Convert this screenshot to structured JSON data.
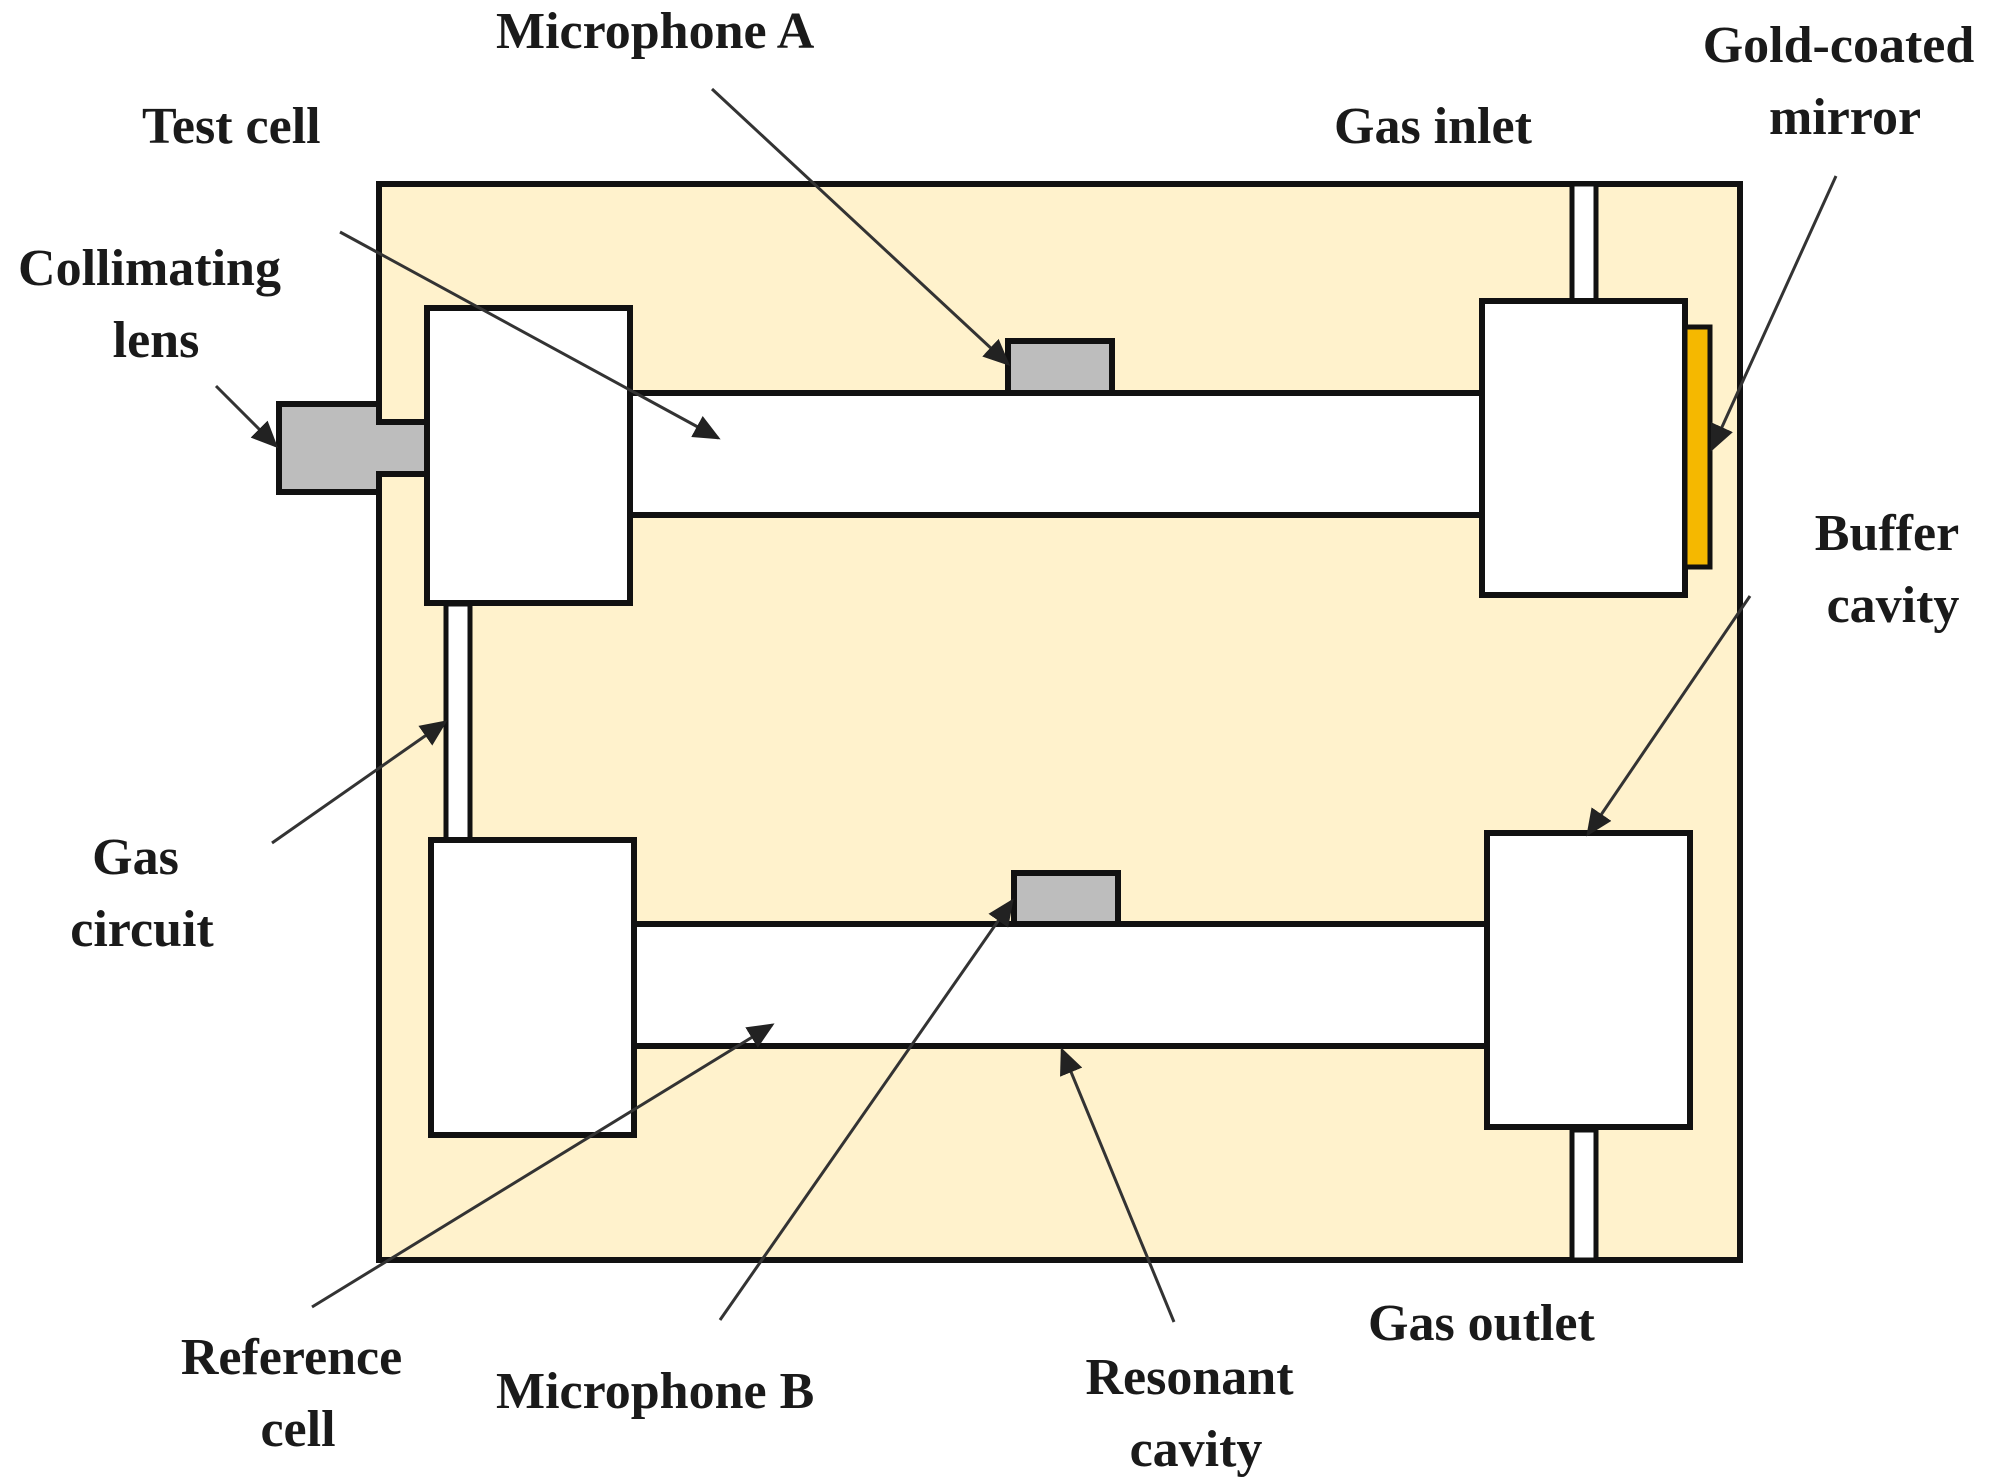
{
  "colors": {
    "housing": "#FFF2CC",
    "mirror": "#F5B800",
    "microphone": "#BDBDBD",
    "line": "#111111"
  },
  "labels": {
    "microphone_a": "Microphone A",
    "gold_coated_mirror": [
      "Gold-coated",
      "mirror"
    ],
    "test_cell": "Test cell",
    "gas_inlet": "Gas inlet",
    "collimating_lens": [
      "Collimating",
      "lens"
    ],
    "buffer_cavity": [
      "Buffer",
      "cavity"
    ],
    "gas_circuit": [
      "Gas",
      "circuit"
    ],
    "gas_outlet": "Gas outlet",
    "reference_cell": [
      "Reference",
      "cell"
    ],
    "microphone_b": "Microphone B",
    "resonant_cavity": [
      "Resonant",
      "cavity"
    ]
  }
}
